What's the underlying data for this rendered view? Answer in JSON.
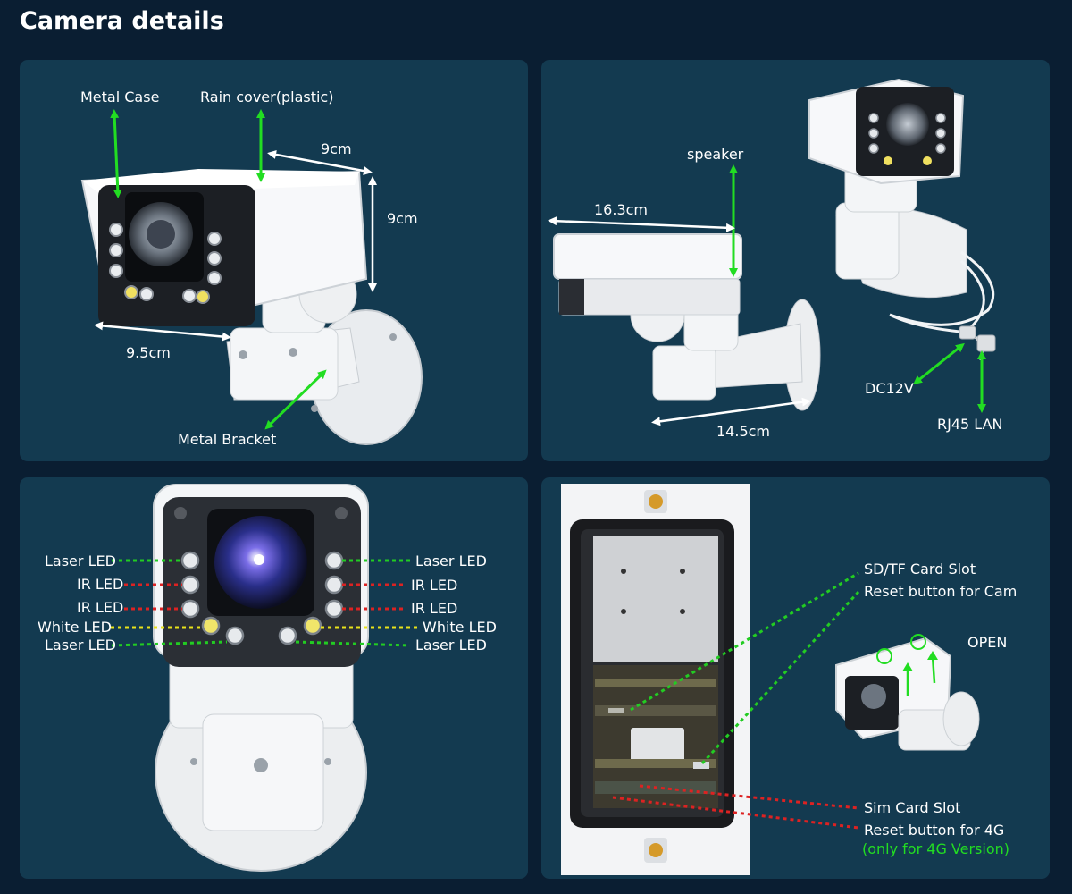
{
  "title": "Camera details",
  "colors": {
    "background": "#0a1e32",
    "panel": "#133a50",
    "arrow_green": "#22dd22",
    "dot_green": "#22cc22",
    "dot_red": "#dd2222",
    "dot_yellow": "#e8e21a",
    "label_white": "#ffffff"
  },
  "panel1": {
    "labels": {
      "metal_case": "Metal Case",
      "rain_cover": "Rain cover(plastic)",
      "width_top": "9cm",
      "height": "9cm",
      "depth": "9.5cm",
      "metal_bracket": "Metal Bracket"
    }
  },
  "panel2": {
    "labels": {
      "speaker": "speaker",
      "length": "16.3cm",
      "bracket_length": "14.5cm",
      "dc": "DC12V",
      "lan": "RJ45 LAN"
    }
  },
  "panel3": {
    "left_labels": [
      "Laser LED",
      "IR LED",
      "IR LED",
      "White LED",
      "Laser LED"
    ],
    "right_labels": [
      "Laser LED",
      "IR LED",
      "IR LED",
      "White LED",
      "Laser LED"
    ]
  },
  "panel4": {
    "labels": {
      "sd_slot": "SD/TF Card Slot",
      "reset_cam": "Reset button for Cam",
      "open": "OPEN",
      "sim_slot": "Sim Card Slot",
      "reset_4g": "Reset button for 4G",
      "note_4g": "(only for 4G Version)"
    }
  }
}
